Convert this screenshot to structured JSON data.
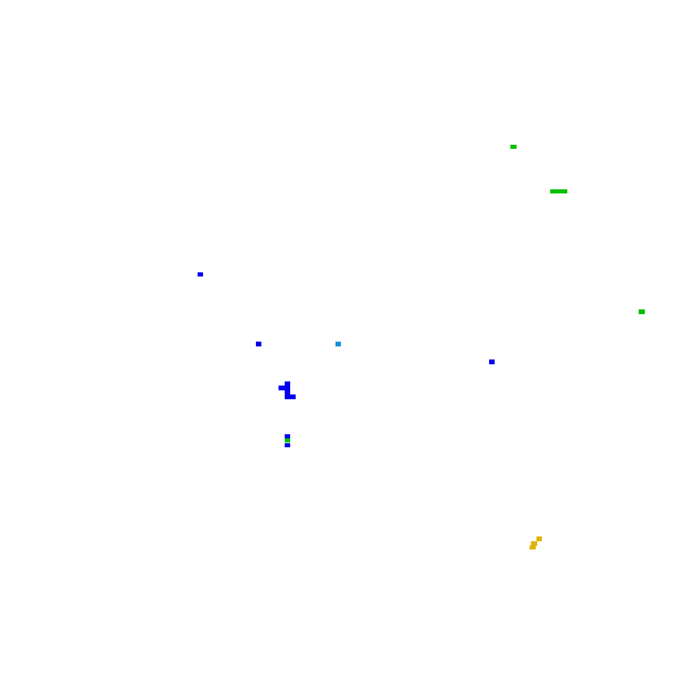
{
  "canvas": {
    "background": "#ffffff"
  },
  "colors": {
    "blue": "#0000ee",
    "light_blue": "#1a8fe0",
    "green": "#00c000",
    "gold": "#e0b400"
  },
  "marks": [
    {
      "name": "green-mark",
      "color": "green"
    },
    {
      "name": "green-bar-mark",
      "color": "green"
    },
    {
      "name": "green-mark",
      "color": "green"
    },
    {
      "name": "blue-mark",
      "color": "blue"
    },
    {
      "name": "blue-mark",
      "color": "blue"
    },
    {
      "name": "light-blue-mark",
      "color": "light_blue"
    },
    {
      "name": "blue-mark",
      "color": "blue"
    },
    {
      "name": "blue-l-shape-mark",
      "color": "blue"
    },
    {
      "name": "stacked-mark",
      "color": "blue"
    },
    {
      "name": "gold-mark",
      "color": "gold"
    }
  ]
}
